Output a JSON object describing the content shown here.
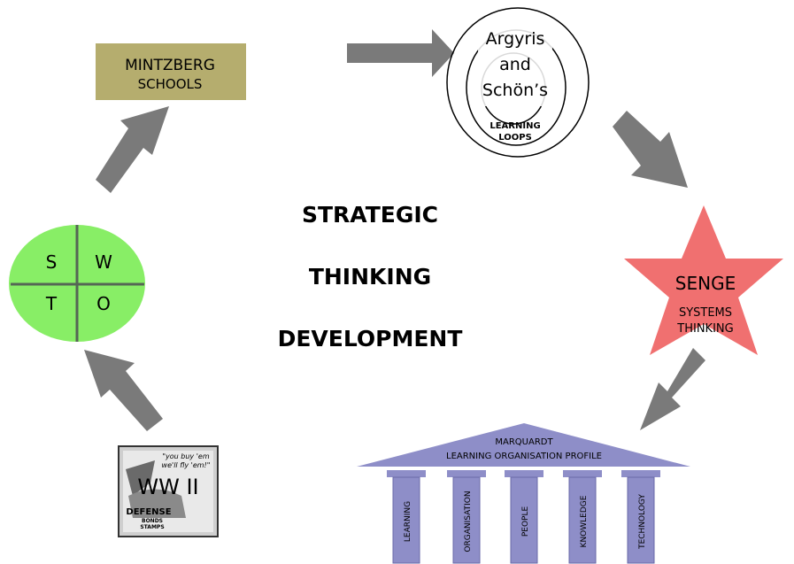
{
  "center": {
    "line1": "STRATEGIC",
    "line2": "THINKING",
    "line3": "DEVELOPMENT"
  },
  "mintzberg": {
    "line1": "MINTZBERG",
    "line2": "SCHOOLS",
    "fill": "#b5ad6e"
  },
  "argyris": {
    "line1": "Argyris",
    "line2": "and",
    "line3": "Schön’s",
    "line4": "LEARNING",
    "line5": "LOOPS"
  },
  "senge": {
    "title": "SENGE",
    "sub1": "SYSTEMS",
    "sub2": "THINKING",
    "fill": "#f07070"
  },
  "swot": {
    "s": "S",
    "w": "W",
    "t": "T",
    "o": "O",
    "fill": "#88ee66"
  },
  "poster": {
    "quote1": "\"you buy 'em",
    "quote2": "we'll fly 'em!\"",
    "title": "WW II",
    "line1": "DEFENSE",
    "line2": "BONDS",
    "line3": "STAMPS"
  },
  "marquardt": {
    "line1": "MARQUARDT",
    "line2": "LEARNING ORGANISATION PROFILE",
    "pillars": [
      "LEARNING",
      "ORGANISATION",
      "PEOPLE",
      "KNOWLEDGE",
      "TECHNOLOGY"
    ],
    "fill": "#8e8ec8"
  },
  "colors": {
    "arrow": "#7a7a7a"
  }
}
